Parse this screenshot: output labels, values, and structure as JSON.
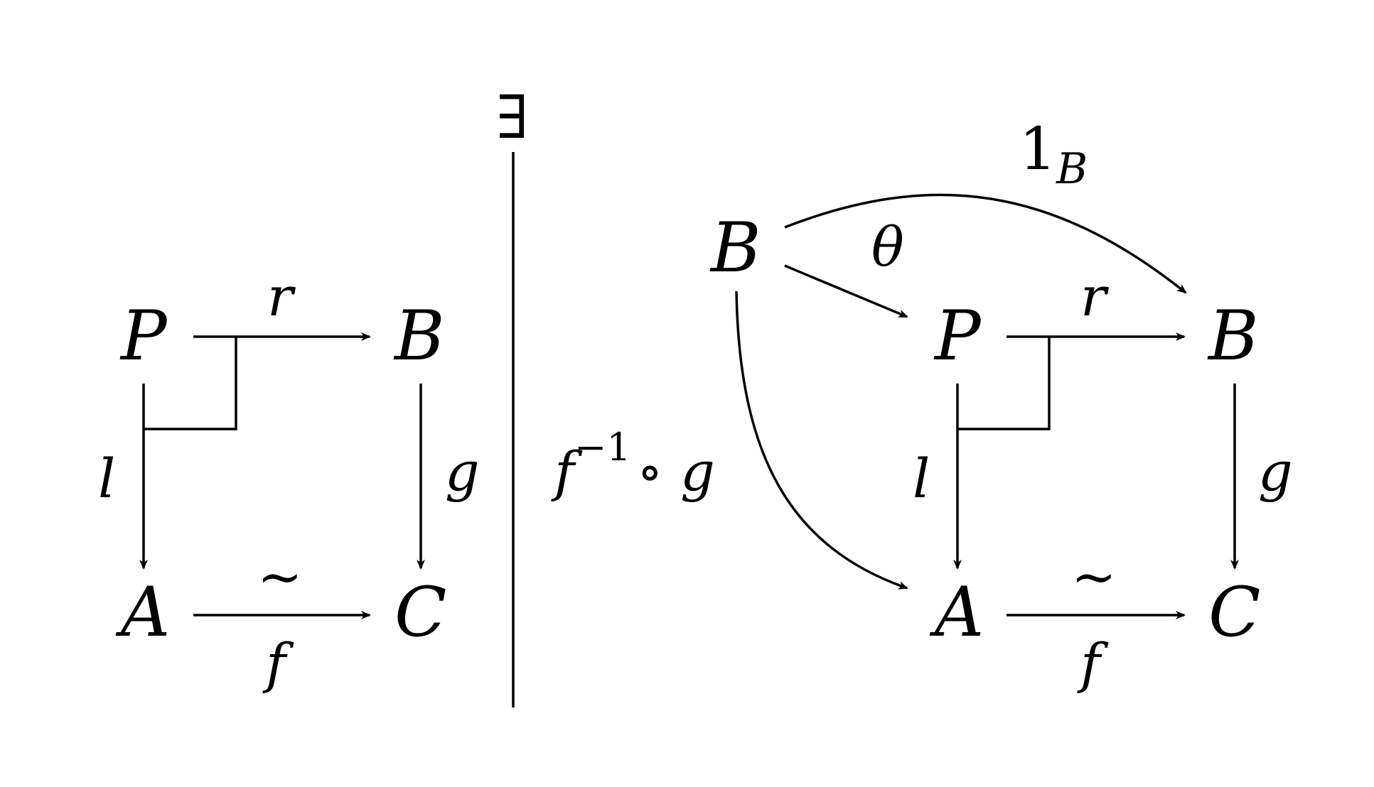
{
  "left_diagram": {
    "nodes": {
      "P": "P",
      "B": "B",
      "A": "A",
      "C": "C"
    },
    "arrows": {
      "r": "r",
      "l": "l",
      "g": "g",
      "f": "f",
      "iso": "~"
    }
  },
  "separator": {
    "symbol": "∃"
  },
  "right_diagram": {
    "nodes": {
      "B_source": "B",
      "P": "P",
      "B": "B",
      "A": "A",
      "C": "C"
    },
    "arrows": {
      "identity_base": "1",
      "identity_sub": "B",
      "theta": "θ",
      "composite_f": "f",
      "composite_sup": "−1",
      "composite_rest": "∘ g",
      "r": "r",
      "l": "l",
      "g": "g",
      "f": "f",
      "iso": "~"
    }
  }
}
